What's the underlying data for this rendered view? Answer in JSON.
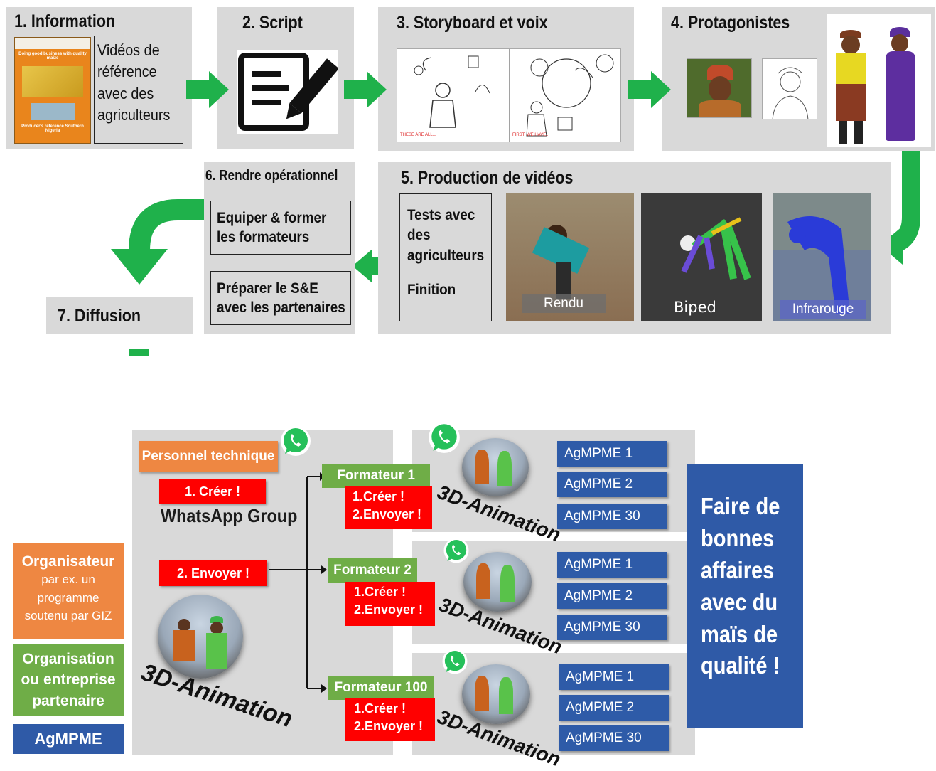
{
  "steps": {
    "s1": {
      "title": "1. Information",
      "text": "Vidéos de référence avec des agriculteurs",
      "cover_title": "Doing good business with quality maize",
      "cover_sub": "Producer's reference Southern Nigeria"
    },
    "s2": {
      "title": "2. Script"
    },
    "s3": {
      "title": "3. Storyboard et voix",
      "caption_a": "THESE ARE ALL...",
      "caption_b": "FIRST, WE HAVE..."
    },
    "s4": {
      "title": "4. Protagonistes"
    },
    "s5": {
      "title": "5. Production de vidéos",
      "text_a": "Tests avec des agriculteurs",
      "text_b": "Finition",
      "img_labels": [
        "Rendu",
        "Biped",
        "Infrarouge"
      ]
    },
    "s6": {
      "title": "6. Rendre opérationnel",
      "box_a": "Equiper & former les formateurs",
      "box_b": "Préparer le S&E avec les partenaires"
    },
    "s7": {
      "title": "7. Diffusion"
    }
  },
  "diffusion": {
    "personnel": "Personnel technique",
    "create": "1. Créer !",
    "group": "WhatsApp Group",
    "send": "2. Envoyer !",
    "animation_label": "3D-Animation",
    "formateurs": [
      {
        "label": "Formateur 1",
        "actions": "1.Créer !\n2.Envoyer !",
        "ag": [
          "AgMPME 1",
          "AgMPME 2",
          "AgMPME 30"
        ]
      },
      {
        "label": "Formateur 2",
        "actions": "1.Créer !\n2.Envoyer !",
        "ag": [
          "AgMPME 1",
          "AgMPME 2",
          "AgMPME 30"
        ]
      },
      {
        "label": "Formateur 100",
        "actions": "1.Créer !\n2.Envoyer !",
        "ag": [
          "AgMPME 1",
          "AgMPME 2",
          "AgMPME 30"
        ]
      }
    ],
    "message": "Faire de bonnes affaires avec du maïs de qualité !"
  },
  "legend": {
    "organizer_title": "Organisateur",
    "organizer_sub": "par ex. un programme soutenu par GIZ",
    "partner": "Organisation ou entreprise partenaire",
    "agmpme": "AgMPME"
  },
  "colors": {
    "orange": "#ee8742",
    "green": "#6fad47",
    "red": "#ff0000",
    "blue": "#2e5ba8",
    "arrow": "#1fb14b",
    "panel": "#d9d9d9"
  }
}
